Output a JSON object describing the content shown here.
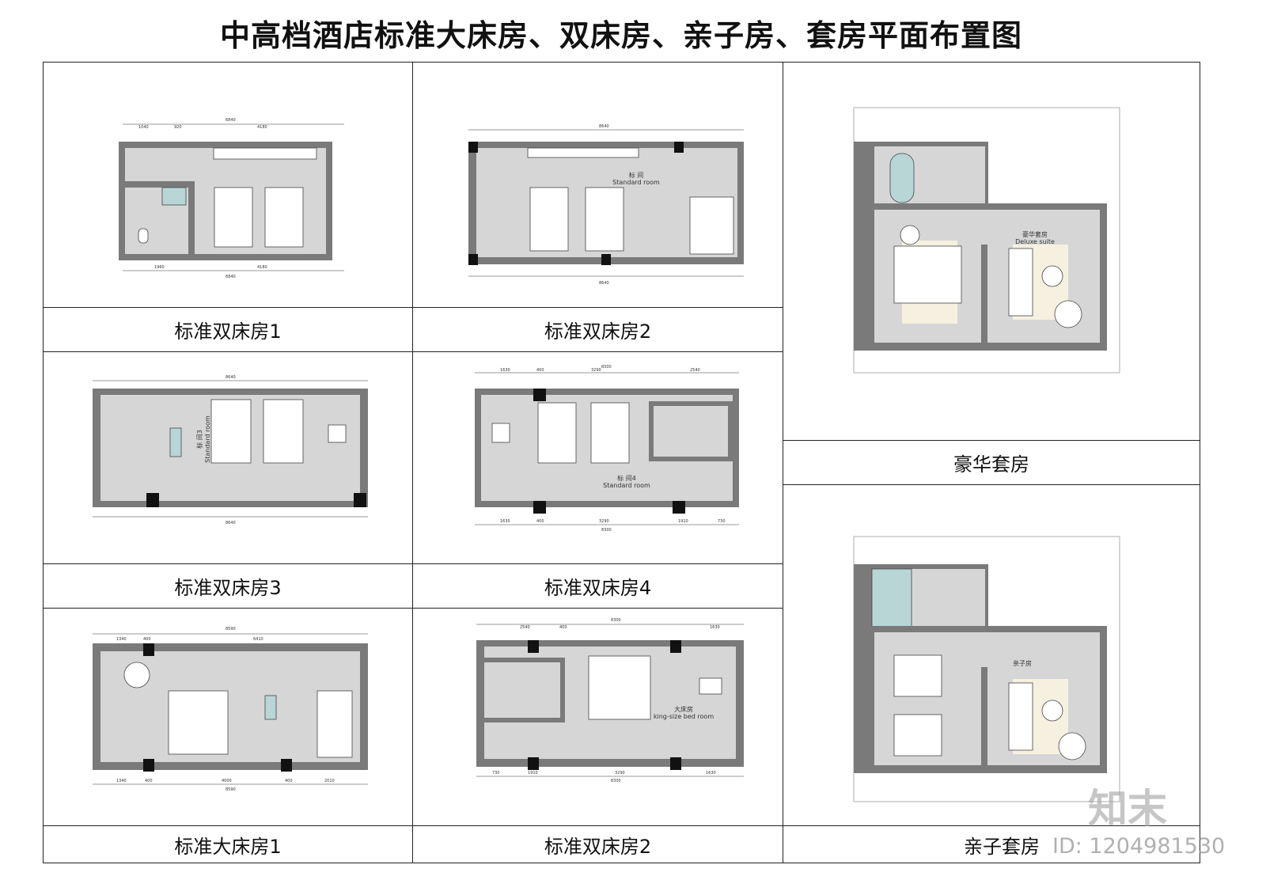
{
  "title": "中高档酒店标准大床房、双床房、亲子房、套房平面布置图",
  "panels": [
    {
      "label": "标准双床房1",
      "dims_top": [
        "6840",
        "1040",
        "920",
        "4180"
      ],
      "dims_bottom": [
        "1960",
        "4180",
        "6840"
      ]
    },
    {
      "label": "标准双床房2",
      "room_cn": "标 间",
      "room_en": "Standard room",
      "dims_top": [
        "8640"
      ],
      "dims_bottom": [
        "8640"
      ]
    },
    {
      "label": "标准双床房3",
      "room_cn": "标 间3",
      "room_en": "Standard room",
      "dims_top": [
        "8640"
      ],
      "dims_bottom": [
        "8640"
      ]
    },
    {
      "label": "标准双床房4",
      "room_cn": "标 间4",
      "room_en": "Standard room",
      "dims_top": [
        "8300",
        "1630",
        "400",
        "3290",
        "2540"
      ],
      "dims_bottom": [
        "1630",
        "400",
        "3290",
        "1910",
        "730",
        "8300"
      ]
    },
    {
      "label": "标准大床房1",
      "dims_top": [
        "8590",
        "1340",
        "400",
        "6410"
      ],
      "dims_bottom": [
        "1340",
        "400",
        "4000",
        "400",
        "2010",
        "8590"
      ]
    },
    {
      "label": "标准双床房2",
      "room_cn": "大床房",
      "room_en": "king-size bed room",
      "dims_top": [
        "8300",
        "2540",
        "400",
        "1630"
      ],
      "dims_bottom": [
        "730",
        "1910",
        "3290",
        "1630",
        "8300"
      ]
    },
    {
      "label": "豪华套房",
      "room_cn": "豪华套房",
      "room_en": "Deluxe suite"
    },
    {
      "label": "亲子套房",
      "room_cn": "亲子房"
    }
  ],
  "watermark": "知末",
  "id_text": "ID: 1204981530"
}
